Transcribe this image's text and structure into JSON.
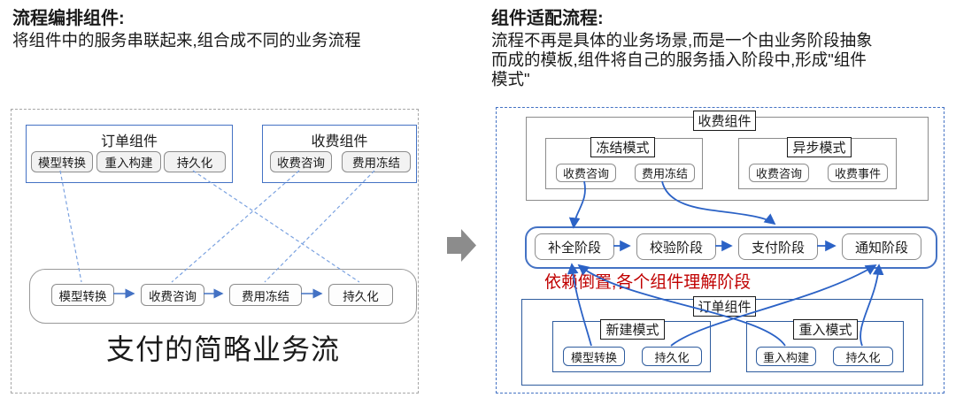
{
  "left_panel": {
    "title": "流程编排组件:",
    "subtitle": "将组件中的服务串联起来,组合成不同的业务流程",
    "order_component": {
      "title": "订单组件",
      "services": [
        "模型转换",
        "重入构建",
        "持久化"
      ]
    },
    "charge_component": {
      "title": "收费组件",
      "services": [
        "收费咨询",
        "费用冻结"
      ]
    },
    "flow": {
      "steps": [
        "模型转换",
        "收费咨询",
        "费用冻结",
        "持久化"
      ]
    },
    "caption": "支付的简略业务流"
  },
  "right_panel": {
    "title": "组件适配流程:",
    "subtitle": "流程不再是具体的业务场景,而是一个由业务阶段抽象\n而成的模板,组件将自己的服务插入阶段中,形成\"组件\n模式\"",
    "charge_component": {
      "title": "收费组件",
      "modes": [
        {
          "title": "冻结模式",
          "services": [
            "收费咨询",
            "费用冻结"
          ]
        },
        {
          "title": "异步模式",
          "services": [
            "收费咨询",
            "收费事件"
          ]
        }
      ]
    },
    "stages": [
      "补全阶段",
      "校验阶段",
      "支付阶段",
      "通知阶段"
    ],
    "note": "依赖倒置,各个组件理解阶段",
    "order_component": {
      "title": "订单组件",
      "modes": [
        {
          "title": "新建模式",
          "services": [
            "模型转换",
            "持久化"
          ]
        },
        {
          "title": "重入模式",
          "services": [
            "重入构建",
            "持久化"
          ]
        }
      ]
    }
  },
  "colors": {
    "component_border_blue": "#4472c4",
    "arrow_blue": "#2b62c6",
    "dashed_line_blue": "#7ba2e0",
    "gray_border": "#8c8c8c",
    "note_red": "#c00000",
    "block_arrow_gray": "#8c8c8c"
  }
}
